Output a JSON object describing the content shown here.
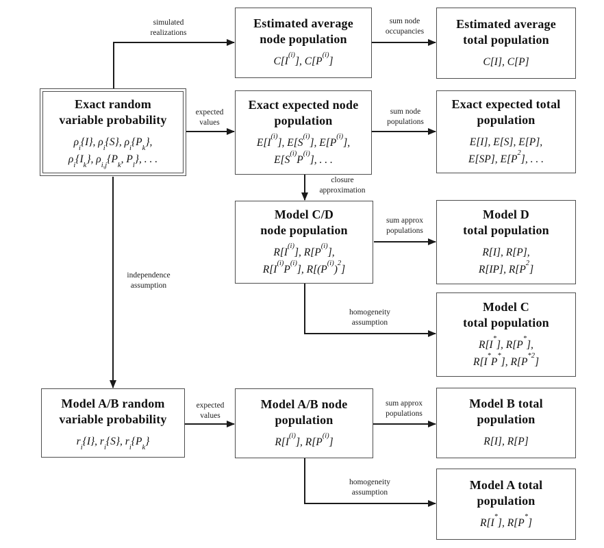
{
  "figure": {
    "background_color": "#ffffff",
    "line_color": "#1a1a1a",
    "box_border_color": "#4d4d4d",
    "nodes": {
      "est_avg_node": {
        "t1": "Estimated average",
        "t2": "node population",
        "f1": "C[I<sup>(i)</sup>],  C[P<sup>(i)</sup>]"
      },
      "est_avg_total": {
        "t1": "Estimated average",
        "t2": "total population",
        "f1": "C[<span class='cal'>I</span>],  C[<span class='cal'>P</span>]"
      },
      "exact_rv": {
        "t1": "Exact random",
        "t2": "variable probability",
        "f1": "&rho;<sub>i</sub>{I}, &rho;<sub>i</sub>{S}, &rho;<sub>i</sub>{P<sub>k</sub>},",
        "f2": "&rho;<sub>i</sub>{I<sub>k</sub>}, &rho;<sub>i,j</sub>{P<sub>k</sub>, P<sub>l</sub>}, . . ."
      },
      "exact_node": {
        "t1": "Exact expected node",
        "t2": "population",
        "f1": "E[I<sup>(i)</sup>], E[S<sup>(i)</sup>], E[P<sup>(i)</sup>],",
        "f2": "E[S<sup>(i)</sup>P<sup>(i)</sup>], . . ."
      },
      "exact_total": {
        "t1": "Exact expected total",
        "t2": "population",
        "f1": "E[<span class='cal'>I</span>], E[<span class='cal'>S</span>], E[<span class='cal'>P</span>],",
        "f2": "E[<span class='cal'>SP</span>],  E[<span class='cal'>P</span><sup>2</sup>], . . ."
      },
      "modelcd_node": {
        "t1": "Model C/D",
        "t2": "node population",
        "f1": "R[I<sup>(i)</sup>], R[P<sup>(i)</sup>],",
        "f2": "R[I<sup>(i)</sup>P<sup>(i)</sup>], R[(P<sup>(i)</sup>)<sup>2</sup>]"
      },
      "modeld_total": {
        "t1": "Model D",
        "t2": "total population",
        "f1": "R[<span class='cal'>I</span>], R[<span class='cal'>P</span>],",
        "f2": "R[<span class='cal'>IP</span>], R[<span class='cal'>P</span><sup>2</sup>]"
      },
      "modelc_total": {
        "t1": "Model C",
        "t2": "total population",
        "f1": "R[<span class='cal'>I</span><sup>*</sup>], R[<span class='cal'>P</span><sup>*</sup>],",
        "f2": "R[<span class='cal'>I</span><sup>*</sup><span class='cal'>P</span><sup>*</sup>], R[<span class='cal'>P</span><sup>*2</sup>]"
      },
      "modelab_rv": {
        "t1": "Model A/B random",
        "t2": "variable probability",
        "f1": "r<sub>i</sub>{I}, r<sub>i</sub>{S}, r<sub>i</sub>{P<sub>k</sub>}"
      },
      "modelab_node": {
        "t1": "Model A/B node",
        "t2": "population",
        "f1": "R[I<sup>(i)</sup>], R[P<sup>(i)</sup>]"
      },
      "modelb_total": {
        "t1": "Model B total",
        "t2": "population",
        "f1": "R[<span class='cal'>I</span>], R[<span class='cal'>P</span>]"
      },
      "modela_total": {
        "t1": "Model A total",
        "t2": "population",
        "f1": "R[<span class='cal'>I</span><sup>*</sup>], R[<span class='cal'>P</span><sup>*</sup>]"
      }
    },
    "edge_labels": {
      "simulated": {
        "l1": "simulated",
        "l2": "realizations"
      },
      "occupancies": {
        "l1": "sum node",
        "l2": "occupancies"
      },
      "expected": {
        "l1": "expected",
        "l2": "values"
      },
      "sum_node_pop": {
        "l1": "sum node",
        "l2": "populations"
      },
      "closure": {
        "l1": "closure",
        "l2": "approximation"
      },
      "sum_approx": {
        "l1": "sum approx",
        "l2": "populations"
      },
      "homogeneity": {
        "l1": "homogeneity",
        "l2": "assumption"
      },
      "independence": {
        "l1": "independence",
        "l2": "assumption"
      }
    }
  }
}
